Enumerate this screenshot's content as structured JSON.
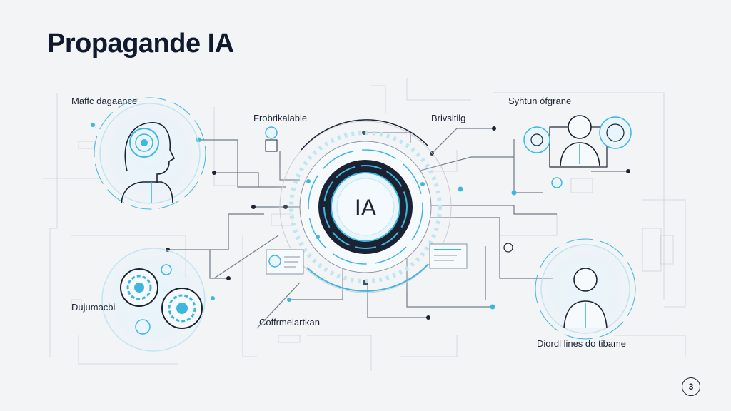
{
  "slide": {
    "title": "Propagande IA",
    "hub_label": "IA",
    "page_number": "3",
    "labels": {
      "top_left": "Maffc dagaance",
      "top_center_left": "Frobrikalable",
      "top_center_right": "Brivsitilg",
      "top_right": "Syhtun ófgrane",
      "middle_left": "Dujumacbi",
      "bottom_center": "Coffrmelartkan",
      "bottom_right": "Diordl lines  do tibame"
    }
  },
  "colors": {
    "accent": "#3fb6e0",
    "accent_light": "#bfe6f5",
    "line": "#8a94a3",
    "dark": "#0f1a2e",
    "background": "#f3f4f6"
  }
}
